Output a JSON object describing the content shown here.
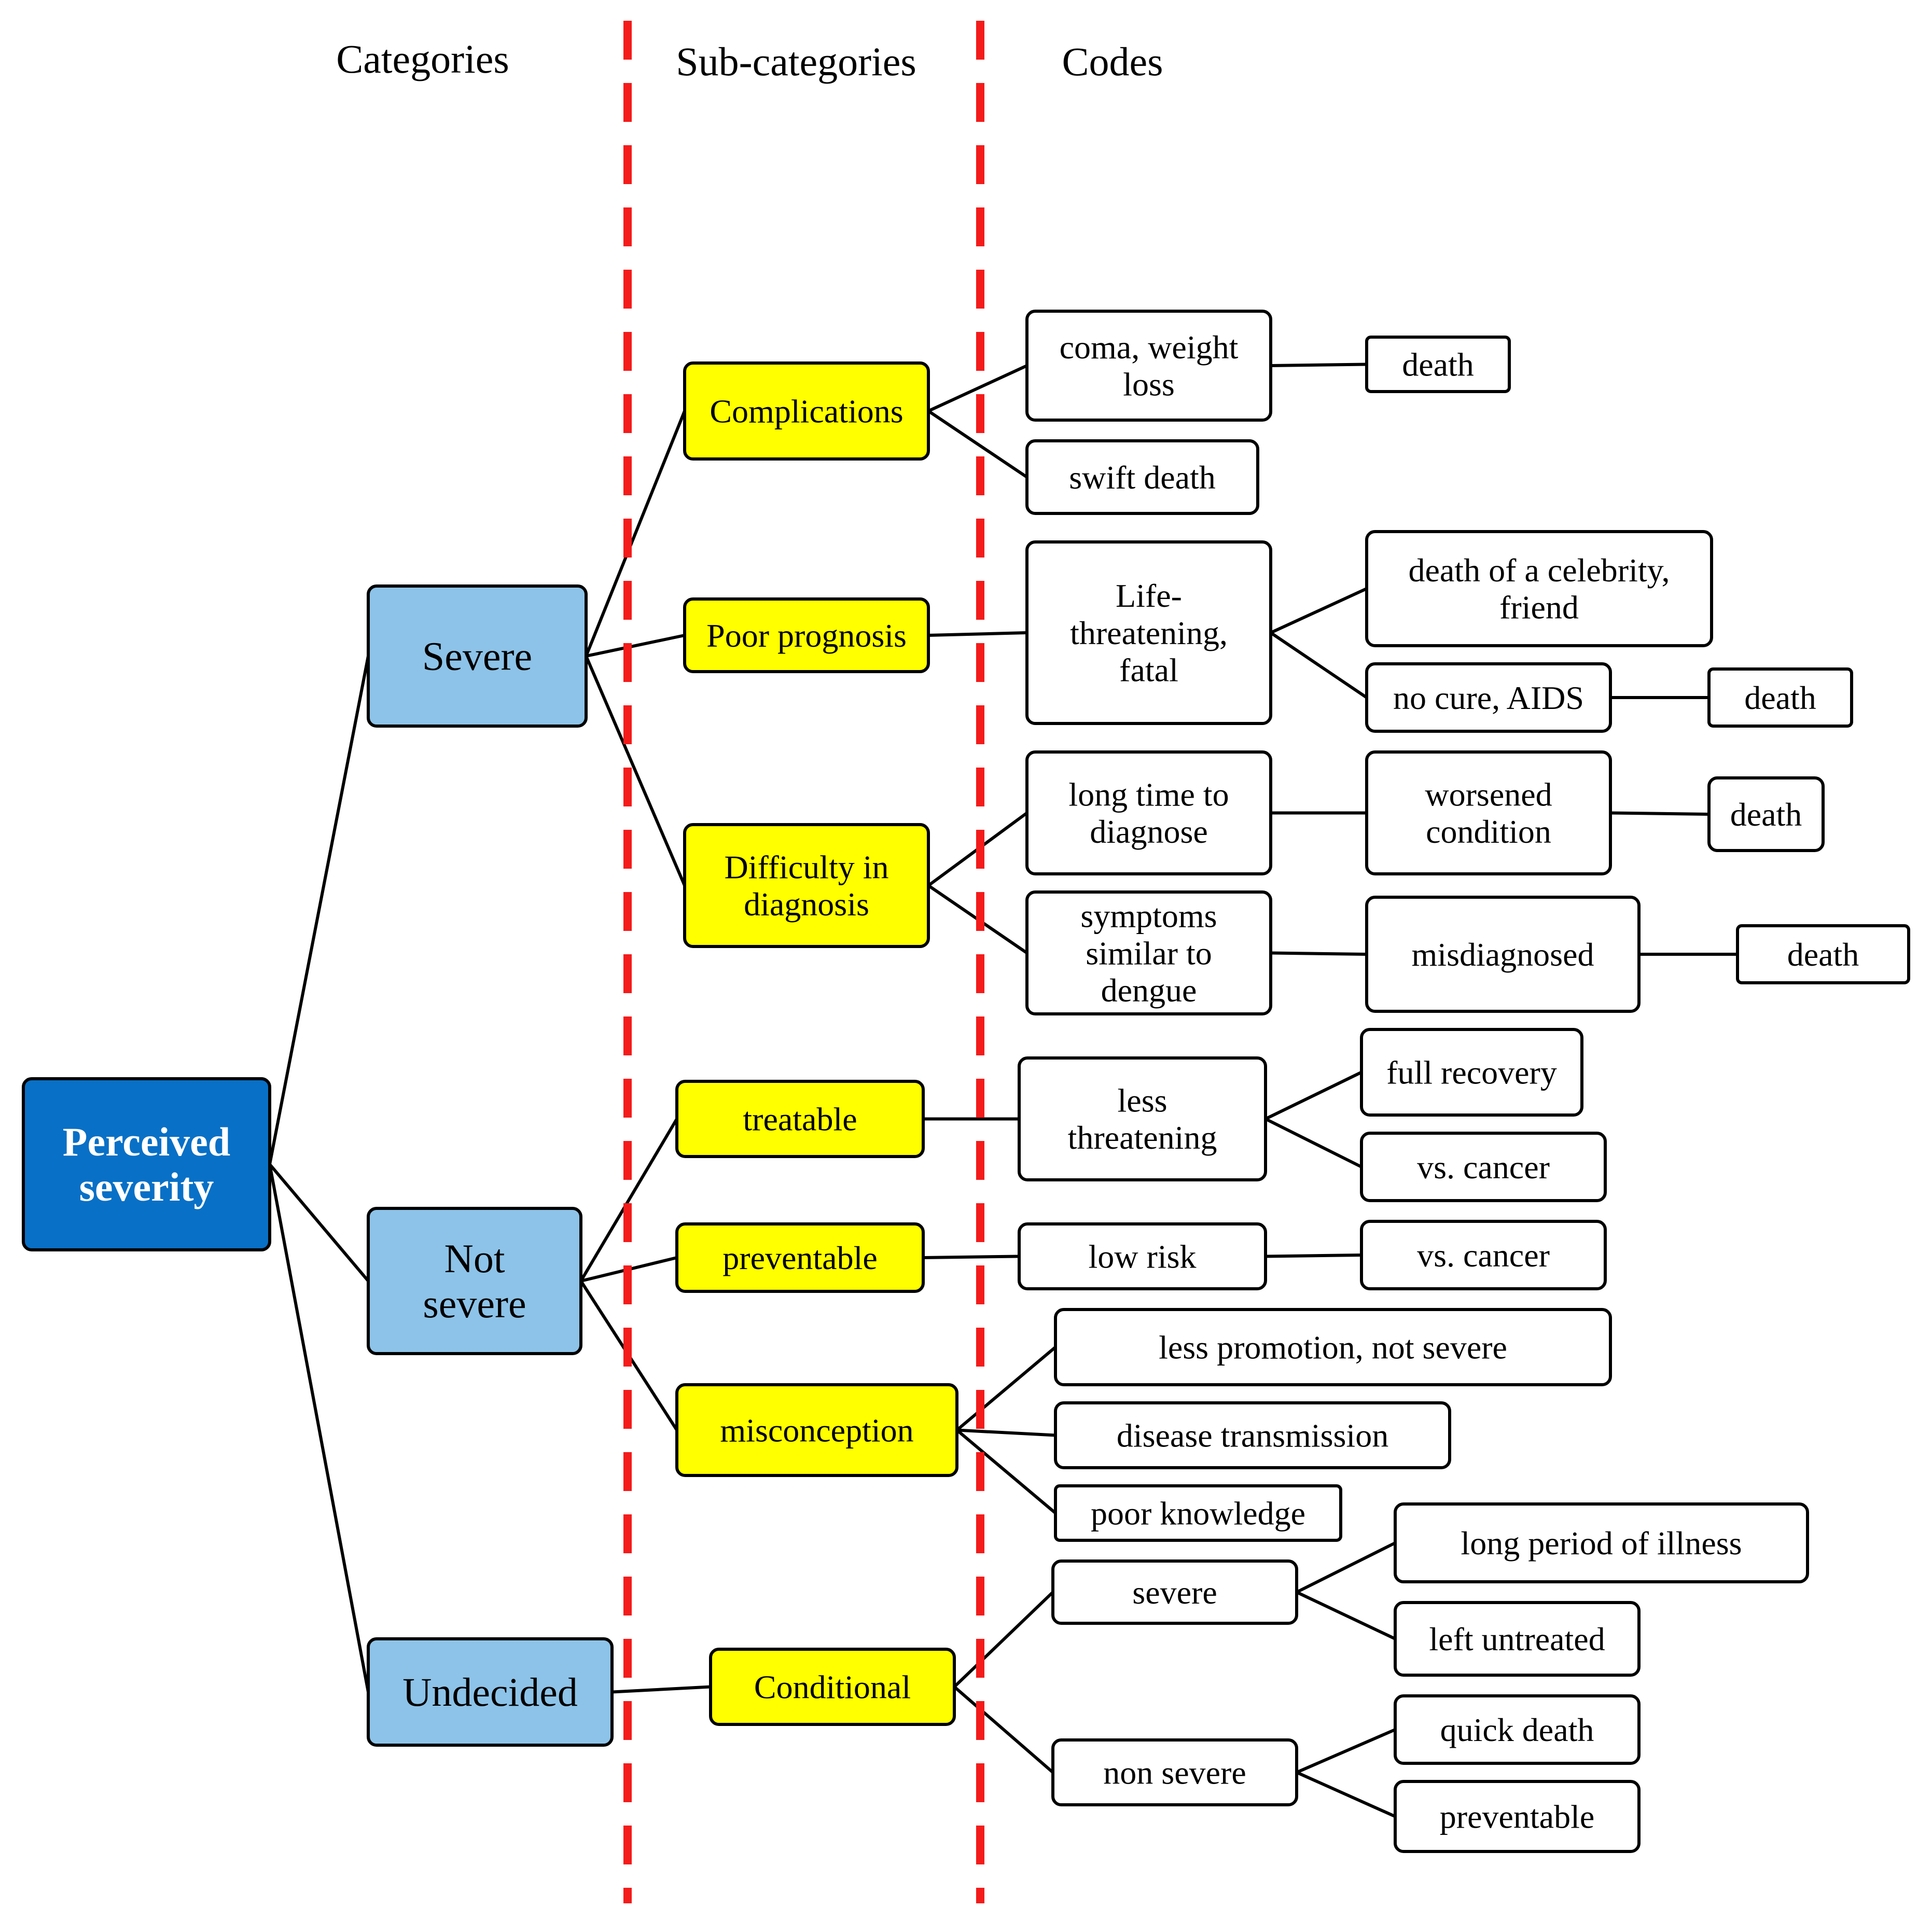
{
  "headers": {
    "categories": "Categories",
    "subcategories": "Sub-categories",
    "codes": "Codes"
  },
  "colors": {
    "root_fill": "#0870C6",
    "root_text": "#ffffff",
    "category_fill": "#8DC3E8",
    "subcategory_fill": "#FFFF00",
    "code_fill": "#ffffff",
    "divider": "#F41B1B",
    "stroke": "#000000"
  },
  "nodes": {
    "root": "Perceived severity",
    "severe": "Severe",
    "not_severe": "Not severe",
    "undecided": "Undecided",
    "complications": "Complications",
    "poor_prognosis": "Poor prognosis",
    "difficulty": "Difficulty in diagnosis",
    "treatable": "treatable",
    "preventable_sub": "preventable",
    "misconception": "misconception",
    "conditional": "Conditional",
    "coma": "coma, weight loss",
    "swift_death": "swift death",
    "life_threatening": "Life-threatening, fatal",
    "long_time": "long time to diagnose",
    "symptoms": "symptoms similar to dengue",
    "less_threatening": "less threatening",
    "low_risk": "low risk",
    "less_promotion": "less promotion, not severe",
    "disease_transmission": "disease transmission",
    "poor_knowledge": "poor knowledge",
    "severe_code": "severe",
    "non_severe_code": "non severe",
    "death_1": "death",
    "celebrity": "death of a celebrity, friend",
    "no_cure": "no cure, AIDS",
    "death_2": "death",
    "worsened": "worsened condition",
    "death_3": "death",
    "misdiagnosed": "misdiagnosed",
    "death_4": "death",
    "full_recovery": "full recovery",
    "vs_cancer_1": "vs. cancer",
    "vs_cancer_2": "vs. cancer",
    "long_period": "long period of illness",
    "left_untreated": "left untreated",
    "quick_death": "quick death",
    "preventable_code": "preventable"
  }
}
